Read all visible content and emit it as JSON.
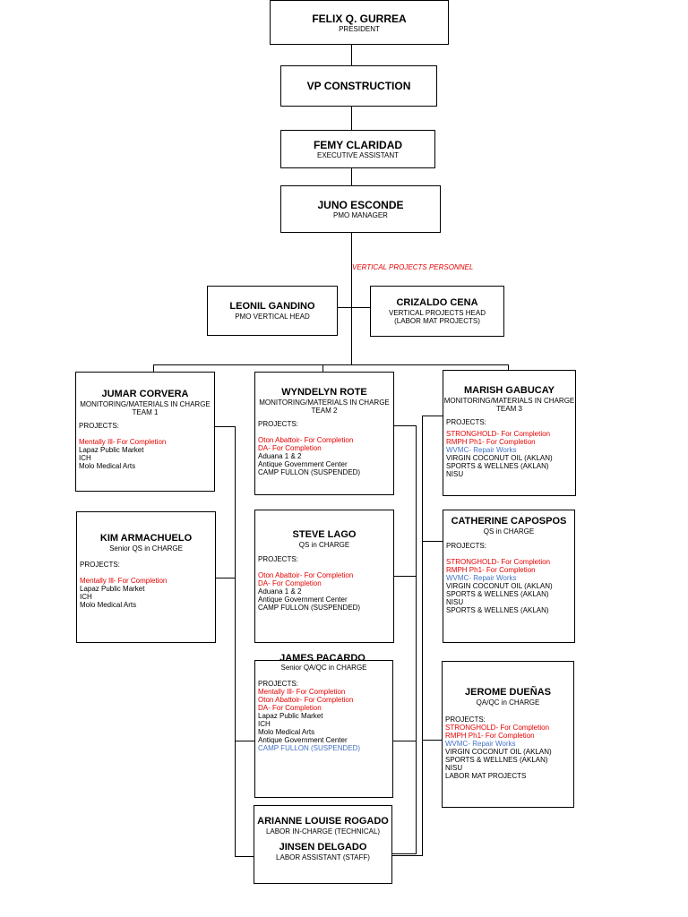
{
  "colors": {
    "black": "#000000",
    "red": "#e60000",
    "blue": "#4472c4"
  },
  "president": {
    "name": "FELIX Q. GURREA",
    "role": "PRESIDENT"
  },
  "vp": {
    "name": "VP CONSTRUCTION"
  },
  "exec_assistant": {
    "name": "FEMY CLARIDAD",
    "role": "EXECUTIVE ASSISTANT"
  },
  "pmo_manager": {
    "name": "JUNO ESCONDE",
    "role": "PMO MANAGER"
  },
  "section_label": "VERTICAL PROJECTS PERSONNEL",
  "pmo_vertical": {
    "name": "LEONIL GANDINO",
    "role": "PMO VERTICAL HEAD"
  },
  "vertical_head": {
    "name": "CRIZALDO CENA",
    "role": "VERTICAL PROJECTS HEAD",
    "role2": "(LABOR MAT PROJECTS)"
  },
  "team1": {
    "name": "JUMAR CORVERA",
    "role": "MONITORING/MATERIALS IN CHARGE",
    "team": "TEAM 1",
    "projects_label": "PROJECTS:",
    "projects": [
      {
        "text": "Mentally Ill- For Completion",
        "color": "red"
      },
      {
        "text": "Lapaz Public Market",
        "color": "black"
      },
      {
        "text": "ICH",
        "color": "black"
      },
      {
        "text": "Molo Medical Arts",
        "color": "black"
      }
    ]
  },
  "team2": {
    "name": "WYNDELYN ROTE",
    "role": "MONITORING/MATERIALS IN CHARGE",
    "team": "TEAM 2",
    "projects_label": "PROJECTS:",
    "projects": [
      {
        "text": "Oton Abattoir- For  Completion",
        "color": "red"
      },
      {
        "text": "DA- For Completion",
        "color": "red"
      },
      {
        "text": "Aduana 1 & 2",
        "color": "black"
      },
      {
        "text": "Antique Government Center",
        "color": "black"
      },
      {
        "text": "CAMP FULLON (SUSPENDED)",
        "color": "black"
      }
    ]
  },
  "team3": {
    "name": "MARISH GABUCAY",
    "role": "MONITORING/MATERIALS IN CHARGE",
    "team": "TEAM 3",
    "projects_label": "PROJECTS:",
    "projects": [
      {
        "text": "STRONGHOLD- For Completion",
        "color": "red"
      },
      {
        "text": "RMPH Ph1- For Completion",
        "color": "red"
      },
      {
        "text": "WVMC- Repair Works",
        "color": "blue"
      },
      {
        "text": "VIRGIN COCONUT OIL (AKLAN)",
        "color": "black"
      },
      {
        "text": "SPORTS & WELLNES  (AKLAN)",
        "color": "black"
      },
      {
        "text": "NISU",
        "color": "black"
      }
    ]
  },
  "kim": {
    "name": "KIM ARMACHUELO",
    "role": "Senior QS in CHARGE",
    "projects_label": "PROJECTS:",
    "projects": [
      {
        "text": "Mentally Ill- For Completion",
        "color": "red"
      },
      {
        "text": "Lapaz Public Market",
        "color": "black"
      },
      {
        "text": "ICH",
        "color": "black"
      },
      {
        "text": "Molo Medical Arts",
        "color": "black"
      }
    ]
  },
  "steve": {
    "name": "STEVE LAGO",
    "role": "QS in CHARGE",
    "projects_label": "PROJECTS:",
    "projects": [
      {
        "text": "Oton Abattoir- For  Completion",
        "color": "red"
      },
      {
        "text": "DA- For Completion",
        "color": "red"
      },
      {
        "text": "Aduana 1 & 2",
        "color": "black"
      },
      {
        "text": "Antique Government Center",
        "color": "black"
      },
      {
        "text": "CAMP FULLON (SUSPENDED)",
        "color": "black"
      }
    ]
  },
  "catherine": {
    "name": "CATHERINE CAPOSPOS",
    "role": "QS in CHARGE",
    "projects_label": "PROJECTS:",
    "projects": [
      {
        "text": "STRONGHOLD- For Completion",
        "color": "red"
      },
      {
        "text": "RMPH Ph1- For Completion",
        "color": "red"
      },
      {
        "text": "WVMC- Repair Works",
        "color": "blue"
      },
      {
        "text": "VIRGIN COCONUT OIL (AKLAN)",
        "color": "black"
      },
      {
        "text": "SPORTS & WELLNES  (AKLAN)",
        "color": "black"
      },
      {
        "text": "NISU",
        "color": "black"
      },
      {
        "text": "SPORTS & WELLNES  (AKLAN)",
        "color": "black"
      }
    ]
  },
  "james": {
    "name": "JAMES PACARDO",
    "role": "Senior QA/QC in CHARGE",
    "projects_label": "PROJECTS:",
    "projects": [
      {
        "text": "Mentally Ill- For Completion",
        "color": "red"
      },
      {
        "text": "Oton Abattoir- For  Completion",
        "color": "red"
      },
      {
        "text": "DA- For Completion",
        "color": "red"
      },
      {
        "text": "Lapaz Public Market",
        "color": "black"
      },
      {
        "text": "ICH",
        "color": "black"
      },
      {
        "text": "Molo Medical Arts",
        "color": "black"
      },
      {
        "text": "Antique Government Center",
        "color": "black"
      },
      {
        "text": "CAMP FULLON (SUSPENDED)",
        "color": "blue"
      }
    ]
  },
  "jerome": {
    "name": "JEROME DUEÑAS",
    "role": "QA/QC in CHARGE",
    "projects_label": "PROJECTS:",
    "projects": [
      {
        "text": "STRONGHOLD- For Completion",
        "color": "red"
      },
      {
        "text": "RMPH Ph1- For Completion",
        "color": "red"
      },
      {
        "text": "WVMC- Repair Works",
        "color": "blue"
      },
      {
        "text": "VIRGIN COCONUT OIL (AKLAN)",
        "color": "black"
      },
      {
        "text": "SPORTS & WELLNES  (AKLAN)",
        "color": "black"
      },
      {
        "text": "NISU",
        "color": "black"
      },
      {
        "text": "LABOR MAT PROJECTS",
        "color": "black"
      }
    ]
  },
  "labor": {
    "name1": "ARIANNE LOUISE ROGADO",
    "role1": "LABOR IN-CHARGE (TECHNICAL)",
    "name2": "JINSEN DELGADO",
    "role2": "LABOR ASSISTANT (STAFF)"
  }
}
